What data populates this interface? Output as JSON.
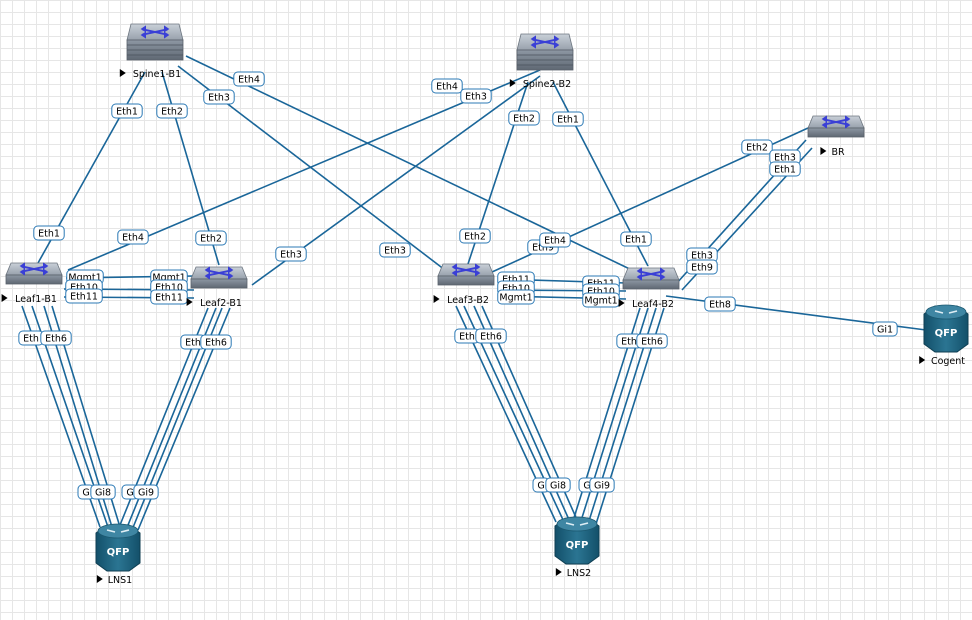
{
  "nodes": [
    {
      "id": "spine1",
      "label": "Spine1-B1",
      "kind": "spine",
      "icon": "l3-switch-stacked-icon"
    },
    {
      "id": "spine2",
      "label": "Spine2-B2",
      "kind": "spine",
      "icon": "l3-switch-stacked-icon"
    },
    {
      "id": "br",
      "label": "BR",
      "kind": "switch",
      "icon": "l3-switch-icon"
    },
    {
      "id": "leaf1",
      "label": "Leaf1-B1",
      "kind": "switch",
      "icon": "l3-switch-icon"
    },
    {
      "id": "leaf2",
      "label": "Leaf2-B1",
      "kind": "switch",
      "icon": "l3-switch-icon"
    },
    {
      "id": "leaf3",
      "label": "Leaf3-B2",
      "kind": "switch",
      "icon": "l3-switch-icon"
    },
    {
      "id": "leaf4",
      "label": "Leaf4-B2",
      "kind": "switch",
      "icon": "l3-switch-icon"
    },
    {
      "id": "lns1",
      "label": "LNS1",
      "kind": "router",
      "icon": "qfp-router-icon",
      "badge": "QFP"
    },
    {
      "id": "lns2",
      "label": "LNS2",
      "kind": "router",
      "icon": "qfp-router-icon",
      "badge": "QFP"
    },
    {
      "id": "cogent",
      "label": "Cogent",
      "kind": "router",
      "icon": "qfp-router-icon",
      "badge": "QFP"
    }
  ],
  "link_labels": [
    "Eth1",
    "Eth2",
    "Eth3",
    "Eth4",
    "Eth4",
    "Eth3",
    "Eth2",
    "Eth1",
    "Eth1",
    "Eth4",
    "Eth2",
    "Eth3",
    "Mgmt1",
    "Eth10",
    "Eth11",
    "Mgmt1",
    "Eth10",
    "Eth11",
    "Eth3",
    "Eth2",
    "Eth9",
    "Eth4",
    "Eth1",
    "Eth11",
    "Eth10",
    "Mgmt1",
    "Eth11",
    "Eth10",
    "Mgmt1",
    "Eth2",
    "Eth3",
    "Eth1",
    "Eth3",
    "Eth9",
    "Eth8",
    "Gi1",
    "Eth",
    "Eth6",
    "Eth",
    "Eth6",
    "Eth",
    "Eth6",
    "Eth",
    "Eth6",
    "G",
    "Gi8",
    "G",
    "Gi9",
    "G",
    "Gi8",
    "G",
    "Gi9"
  ],
  "colors": {
    "link": "#1a6699",
    "switch_top": "#a9b1bc",
    "switch_body": "#7b8591",
    "switch_arrows": "#3a3fd6",
    "router_body": "#1e5d78",
    "router_top": "#3b7f9c"
  }
}
